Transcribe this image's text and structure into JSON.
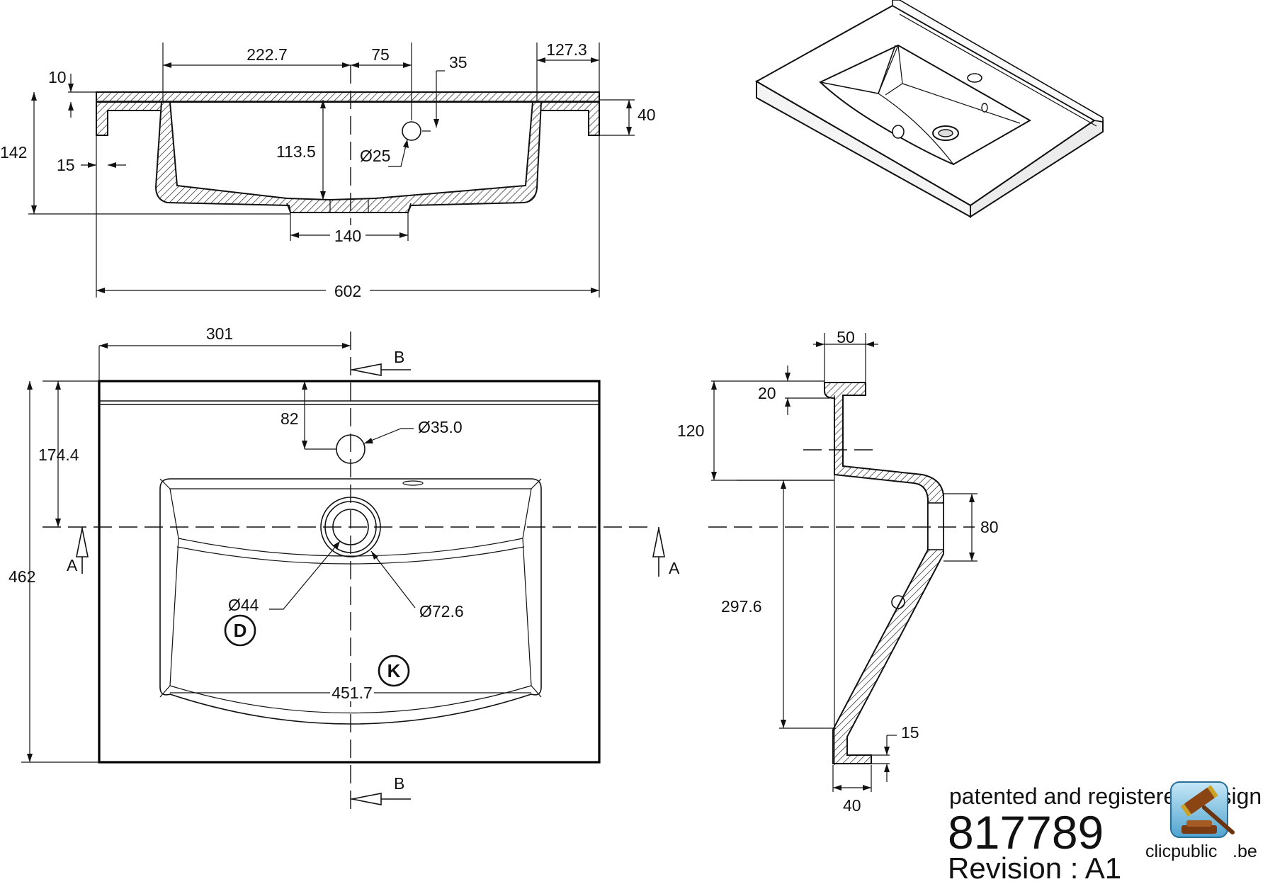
{
  "elevation_view": {
    "dims": {
      "d222_7": "222.7",
      "d75": "75",
      "d35": "35",
      "d127_3": "127.3",
      "d10": "10",
      "d40": "40",
      "d142": "142",
      "d15": "15",
      "d113_5": "113.5",
      "d25": "Ø25",
      "d140": "140",
      "d602": "602"
    }
  },
  "plan_view": {
    "dims": {
      "d301": "301",
      "d82": "82",
      "d35_0": "Ø35.0",
      "d174_4": "174.4",
      "d462": "462",
      "d44": "Ø44",
      "d72_6": "Ø72.6",
      "d451_7": "451.7"
    },
    "section_top": "B",
    "section_bottom": "B",
    "section_left": "A",
    "section_right": "A",
    "badge_d": "D",
    "badge_k": "K"
  },
  "section_view": {
    "dims": {
      "d50": "50",
      "d20": "20",
      "d120": "120",
      "d80": "80",
      "d297_6": "297.6",
      "d15": "15",
      "d40": "40"
    }
  },
  "footer": {
    "patent_line": "patented and registered design",
    "design_number": "817789",
    "revision": "Revision : A1"
  },
  "watermark": {
    "logo_text_main": "clicpublic",
    "logo_text_suffix": ".be",
    "icon": "auction-gavel-icon"
  }
}
